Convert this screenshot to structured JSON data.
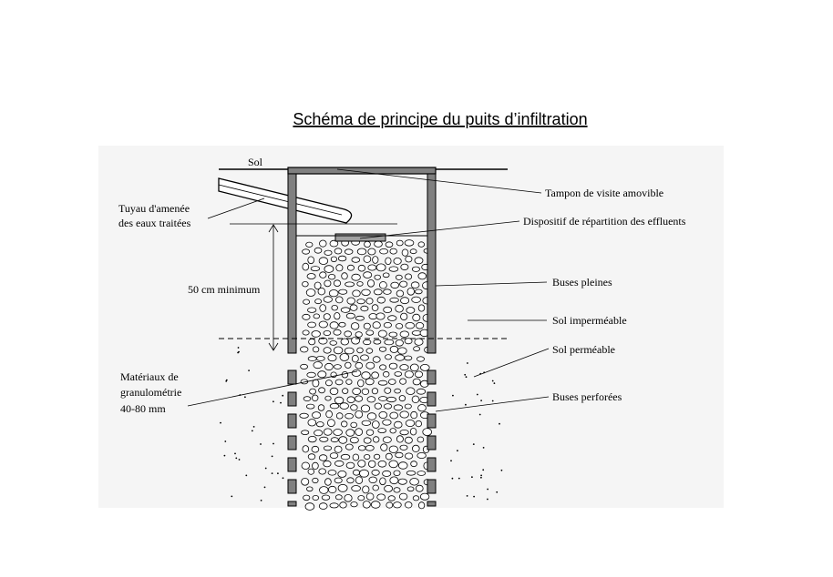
{
  "title": "Schéma de principe du puits d’infiltration",
  "labels": {
    "sol": "Sol",
    "tuyau_line1": "Tuyau d'amenée",
    "tuyau_line2": "des eaux traitées",
    "min_depth": "50 cm minimum",
    "materiaux_line1": "Matériaux de",
    "materiaux_line2": "granulométrie",
    "materiaux_line3": "40-80 mm",
    "tampon": "Tampon de visite amovible",
    "dispositif": "Dispositif de répartition des effluents",
    "buses_pleines": "Buses pleines",
    "sol_impermeable": "Sol imperméable",
    "sol_permeable": "Sol perméable",
    "buses_perforees": "Buses perforées"
  }
}
